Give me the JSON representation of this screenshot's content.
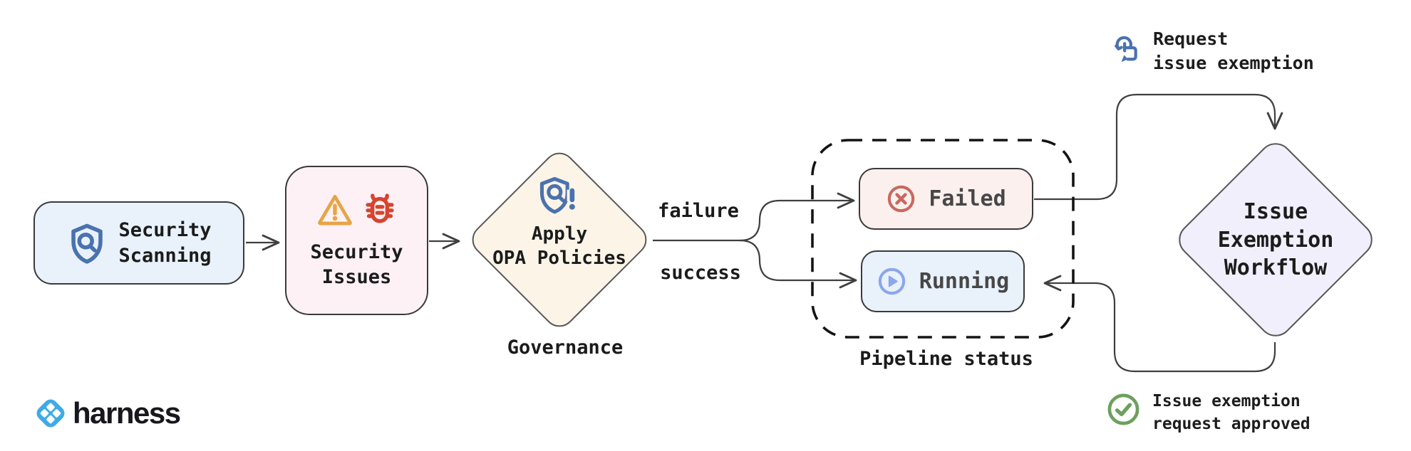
{
  "diagram": {
    "nodes": {
      "security_scanning": {
        "label": "Security\nScanning",
        "icon": "shield-search-icon",
        "fill": "#e9f2fb"
      },
      "security_issues": {
        "label": "Security\nIssues",
        "icons": [
          "warning-triangle-icon",
          "bug-icon"
        ],
        "fill": "#fdf1f6"
      },
      "apply_opa": {
        "label": "Apply\nOPA Policies",
        "caption": "Governance",
        "icon": "shield-alert-icon",
        "fill": "#fdf4e8"
      },
      "failed": {
        "label": "Failed",
        "icon": "circle-x-icon",
        "fill": "#fbf0ed"
      },
      "running": {
        "label": "Running",
        "icon": "circle-play-icon",
        "fill": "#e9f1fb"
      },
      "issue_exemption": {
        "label": "Issue\nExemption\nWorkflow",
        "fill": "#f1effb"
      }
    },
    "groups": {
      "pipeline_status": {
        "caption": "Pipeline status"
      }
    },
    "edge_labels": {
      "failure": "failure",
      "success": "success"
    },
    "notes": {
      "request": {
        "label": "Request\nissue exemption",
        "icon": "tap-gesture-icon"
      },
      "approved": {
        "label": "Issue exemption\nrequest approved",
        "icon": "circle-check-icon"
      }
    }
  },
  "brand": {
    "wordmark": "harness",
    "icon": "harness-logo-icon"
  },
  "colors": {
    "line": "#3f3f3f",
    "shield_blue": "#4a72ae",
    "warning_amber": "#e6a545",
    "bug_red": "#d6452f",
    "failed_red": "#c9685f",
    "running_periwinkle": "#8ba7ec",
    "approved_green": "#6da05c",
    "harness_blue": "#3fabe6"
  }
}
